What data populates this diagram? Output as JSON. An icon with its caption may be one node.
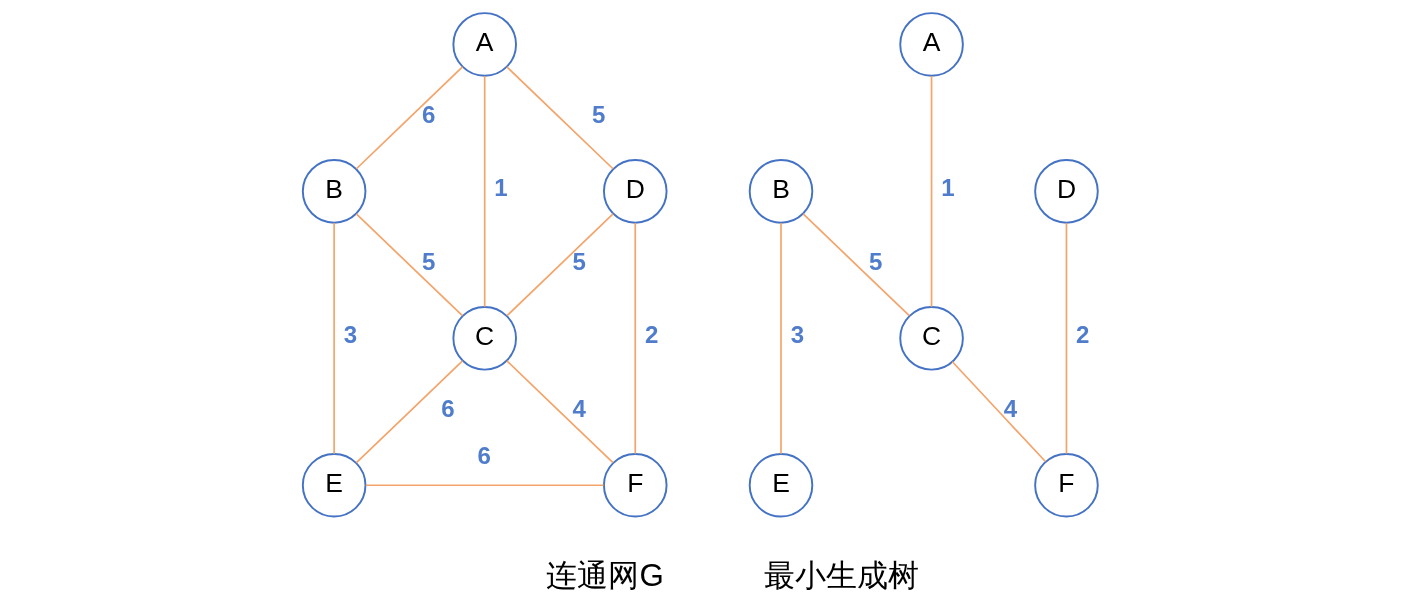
{
  "diagram": {
    "nodes": [
      {
        "text": [
          "A"
        ]
      },
      {
        "text": [
          "B"
        ]
      },
      {
        "text": [
          "D"
        ]
      },
      {
        "text": [
          "C"
        ]
      },
      {
        "text": [
          "E"
        ]
      },
      {
        "text": [
          "F"
        ]
      },
      {
        "text": [
          "A"
        ]
      },
      {
        "text": [
          "B"
        ]
      },
      {
        "text": [
          "D"
        ]
      },
      {
        "text": [
          "C"
        ]
      },
      {
        "text": [
          "E"
        ]
      },
      {
        "text": [
          "F"
        ]
      }
    ],
    "edges": [
      {
        "from": 0,
        "to": 1,
        "arrow": "none",
        "label": "6"
      },
      {
        "from": 0,
        "to": 3,
        "arrow": "none",
        "label": "1"
      },
      {
        "from": 0,
        "to": 2,
        "arrow": "none",
        "label": "5"
      },
      {
        "from": 1,
        "to": 3,
        "arrow": "none",
        "label": "5"
      },
      {
        "from": 2,
        "to": 3,
        "arrow": "none",
        "label": "5"
      },
      {
        "from": 1,
        "to": 4,
        "arrow": "none",
        "label": "3"
      },
      {
        "from": 3,
        "to": 4,
        "arrow": "none",
        "label": "6"
      },
      {
        "from": 3,
        "to": 5,
        "arrow": "none",
        "label": "4"
      },
      {
        "from": 2,
        "to": 5,
        "arrow": "none",
        "label": "2"
      },
      {
        "from": 4,
        "to": 5,
        "arrow": "none",
        "label": "6"
      },
      {
        "from": 6,
        "to": 9,
        "arrow": "none",
        "label": "1"
      },
      {
        "from": 7,
        "to": 9,
        "arrow": "none",
        "label": "5"
      },
      {
        "from": 7,
        "to": 10,
        "arrow": "none",
        "label": "3"
      },
      {
        "from": 9,
        "to": 11,
        "arrow": "none",
        "label": "4"
      },
      {
        "from": 8,
        "to": 11,
        "arrow": "none",
        "label": "2"
      }
    ],
    "labels": [
      "连通网G",
      "最小生成树"
    ]
  }
}
